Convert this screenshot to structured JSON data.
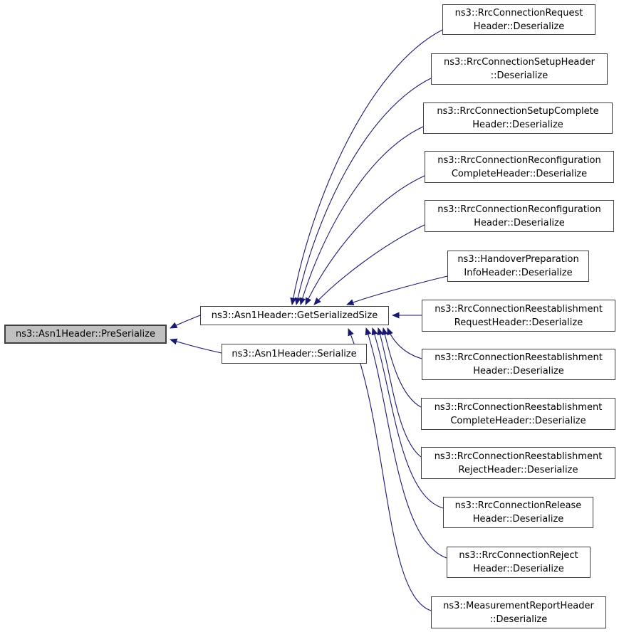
{
  "diagram_type": "doxygen-caller-graph",
  "colors": {
    "edge": "#191970",
    "node_border": "#404040",
    "highlight_fill": "#c0c0c0",
    "background": "#ffffff"
  },
  "nodes": {
    "pre_serialize": {
      "label": "ns3::Asn1Header::PreSerialize",
      "highlighted": true
    },
    "get_serialized_size": {
      "label": "ns3::Asn1Header::GetSerializedSize"
    },
    "serialize": {
      "label": "ns3::Asn1Header::Serialize"
    },
    "callers": [
      {
        "line1": "ns3::RrcConnectionRequest",
        "line2": "Header::Deserialize"
      },
      {
        "line1": "ns3::RrcConnectionSetupHeader",
        "line2": "::Deserialize"
      },
      {
        "line1": "ns3::RrcConnectionSetupComplete",
        "line2": "Header::Deserialize"
      },
      {
        "line1": "ns3::RrcConnectionReconfiguration",
        "line2": "CompleteHeader::Deserialize"
      },
      {
        "line1": "ns3::RrcConnectionReconfiguration",
        "line2": "Header::Deserialize"
      },
      {
        "line1": "ns3::HandoverPreparation",
        "line2": "InfoHeader::Deserialize"
      },
      {
        "line1": "ns3::RrcConnectionReestablishment",
        "line2": "RequestHeader::Deserialize"
      },
      {
        "line1": "ns3::RrcConnectionReestablishment",
        "line2": "Header::Deserialize"
      },
      {
        "line1": "ns3::RrcConnectionReestablishment",
        "line2": "CompleteHeader::Deserialize"
      },
      {
        "line1": "ns3::RrcConnectionReestablishment",
        "line2": "RejectHeader::Deserialize"
      },
      {
        "line1": "ns3::RrcConnectionRelease",
        "line2": "Header::Deserialize"
      },
      {
        "line1": "ns3::RrcConnectionReject",
        "line2": "Header::Deserialize"
      },
      {
        "line1": "ns3::MeasurementReportHeader",
        "line2": "::Deserialize"
      }
    ]
  }
}
